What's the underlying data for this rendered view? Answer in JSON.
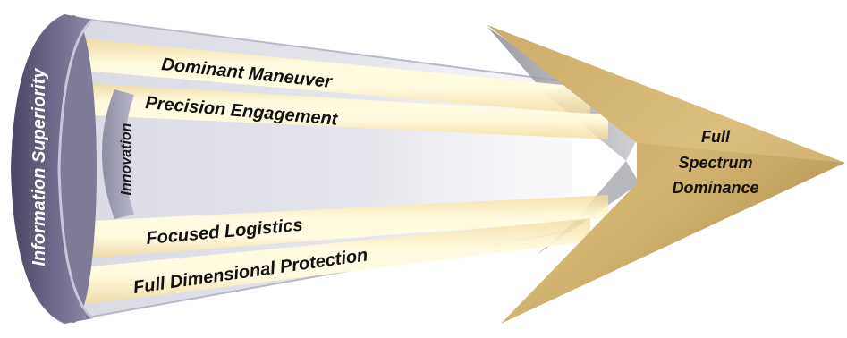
{
  "diagram": {
    "ring_label": "Information Superiority",
    "inner_label": "Innovation",
    "beams": [
      {
        "label": "Dominant Maneuver"
      },
      {
        "label": "Precision Engagement"
      },
      {
        "label": "Focused Logistics"
      },
      {
        "label": "Full Dimensional Protection"
      }
    ],
    "target": {
      "line1": "Full",
      "line2": "Spectrum",
      "line3": "Dominance"
    }
  },
  "colors": {
    "beam_core": "#fff7c8",
    "beam_glow": "#f2d890",
    "arrow_gold": "#c9a75a",
    "ring_gray": "#5e5b78",
    "tube_gray": "#c9c9d6"
  }
}
